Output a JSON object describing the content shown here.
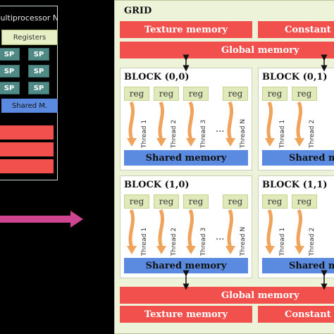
{
  "multiprocessor": {
    "title": "Multiprocessor N",
    "registers_label": "Registers",
    "sp_label": "SP",
    "shared_label": "Shared M."
  },
  "grid": {
    "title": "GRID",
    "texture_memory": "Texture memory",
    "constant_memory": "Constant memory",
    "global_memory": "Global memory",
    "blocks": [
      {
        "title": "BLOCK (0,0)"
      },
      {
        "title": "BLOCK (0,1)"
      },
      {
        "title": "BLOCK (1,0)"
      },
      {
        "title": "BLOCK (1,1)"
      }
    ],
    "reg_label": "reg",
    "shared_memory": "Shared memory",
    "threads": [
      "Thread 1",
      "Thread 2",
      "Thread 3",
      "Thread N"
    ],
    "ellipsis": "..."
  },
  "colors": {
    "memory_red": "#f2504c",
    "shared_blue": "#5b8be0",
    "sp_teal": "#4f8a86",
    "arrow_orange": "#f0a35a",
    "connector_magenta": "#d0458f",
    "grid_bg": "#edf3d8"
  }
}
